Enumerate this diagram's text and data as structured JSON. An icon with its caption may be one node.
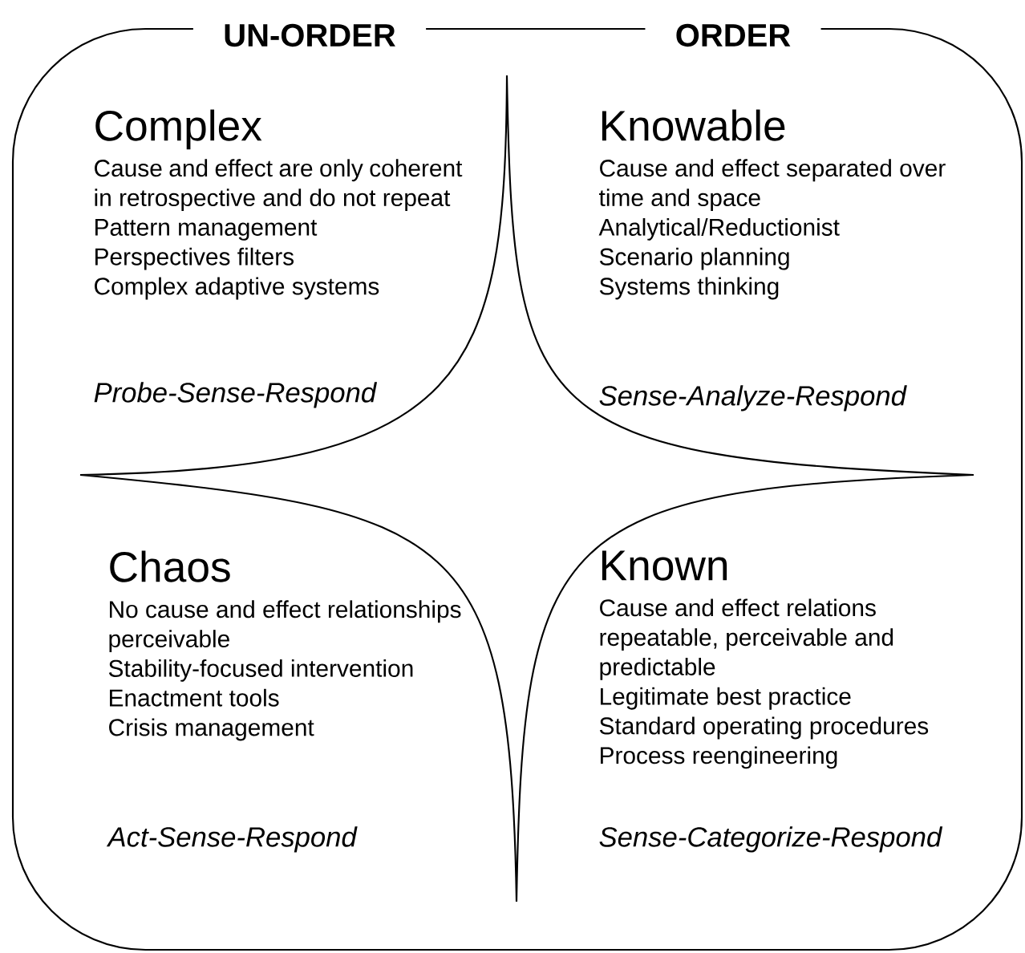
{
  "diagram": {
    "nodes": [
      {
        "text": [
          "Complex",
          "Cause and effect are only coherent in retrospective and do not repeat",
          "Pattern management",
          "Perspectives filters",
          "Complex adaptive systems",
          "Probe-Sense-Respond"
        ]
      },
      {
        "text": [
          "Knowable",
          "Cause and effect separated over time and space",
          "Analytical/Reductionist",
          "Scenario planning",
          "Systems thinking",
          "Sense-Analyze-Respond"
        ]
      },
      {
        "text": [
          "Chaos",
          "No cause and effect relationships perceivable",
          "Stability-focused intervention",
          "Enactment tools",
          "Crisis management",
          "Act-Sense-Respond"
        ]
      },
      {
        "text": [
          "Known",
          "Cause and effect relations repeatable, perceivable and predictable",
          "Legitimate best practice",
          "Standard operating procedures",
          "Process reengineering",
          "Sense-Categorize-Respond"
        ]
      }
    ],
    "labels": [
      "UN-ORDER",
      "ORDER"
    ]
  }
}
